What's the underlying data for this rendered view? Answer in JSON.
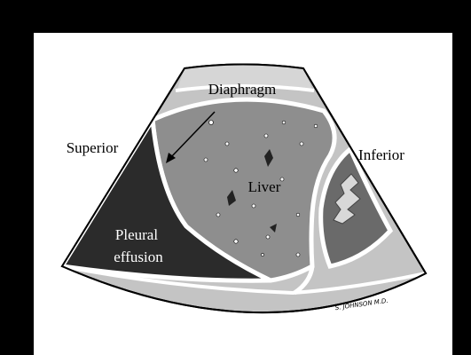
{
  "labels": {
    "diaphragm": "Diaphragm",
    "superior": "Superior",
    "inferior": "Inferior",
    "liver": "Liver",
    "pleural_line1": "Pleural",
    "pleural_line2": "effusion",
    "signature": "S. JOHNSON M.D."
  },
  "colors": {
    "frame": "#000000",
    "canvas": "#ffffff",
    "soft_tissue": "#c4c4c4",
    "liver": "#8e8e8e",
    "effusion": "#2b2b2b",
    "kidney_dark": "#6a6a6a",
    "echo_white": "#ffffff"
  }
}
